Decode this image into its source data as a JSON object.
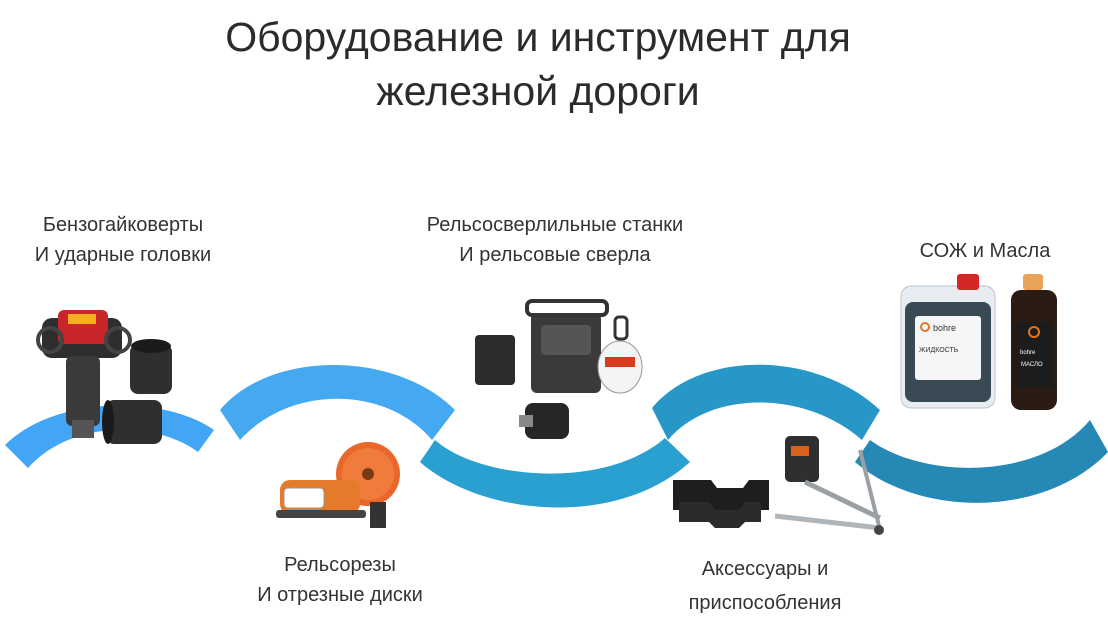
{
  "title": {
    "line1": "Оборудование и инструмент для",
    "line2": "железной дороги"
  },
  "wave": {
    "colors": [
      "#42a5f5",
      "#45a9f2",
      "#2aa0d0",
      "#2697c6",
      "#2588b5"
    ]
  },
  "categories": [
    {
      "line1": "Бензогайковерты",
      "line2": "И ударные головки"
    },
    {
      "line1": "Рельсорезы",
      "line2": "И отрезные диски"
    },
    {
      "line1": "Рельсосверлильные станки",
      "line2": "И рельсовые сверла"
    },
    {
      "line1": "Аксессуары и",
      "line2": "приспособления"
    },
    {
      "line1": "СОЖ и Масла",
      "line2": ""
    }
  ],
  "products": {
    "label_brand": "bohre",
    "label_liquid": "ЖИДКОСТЬ",
    "label_oil": "МАСЛО"
  }
}
